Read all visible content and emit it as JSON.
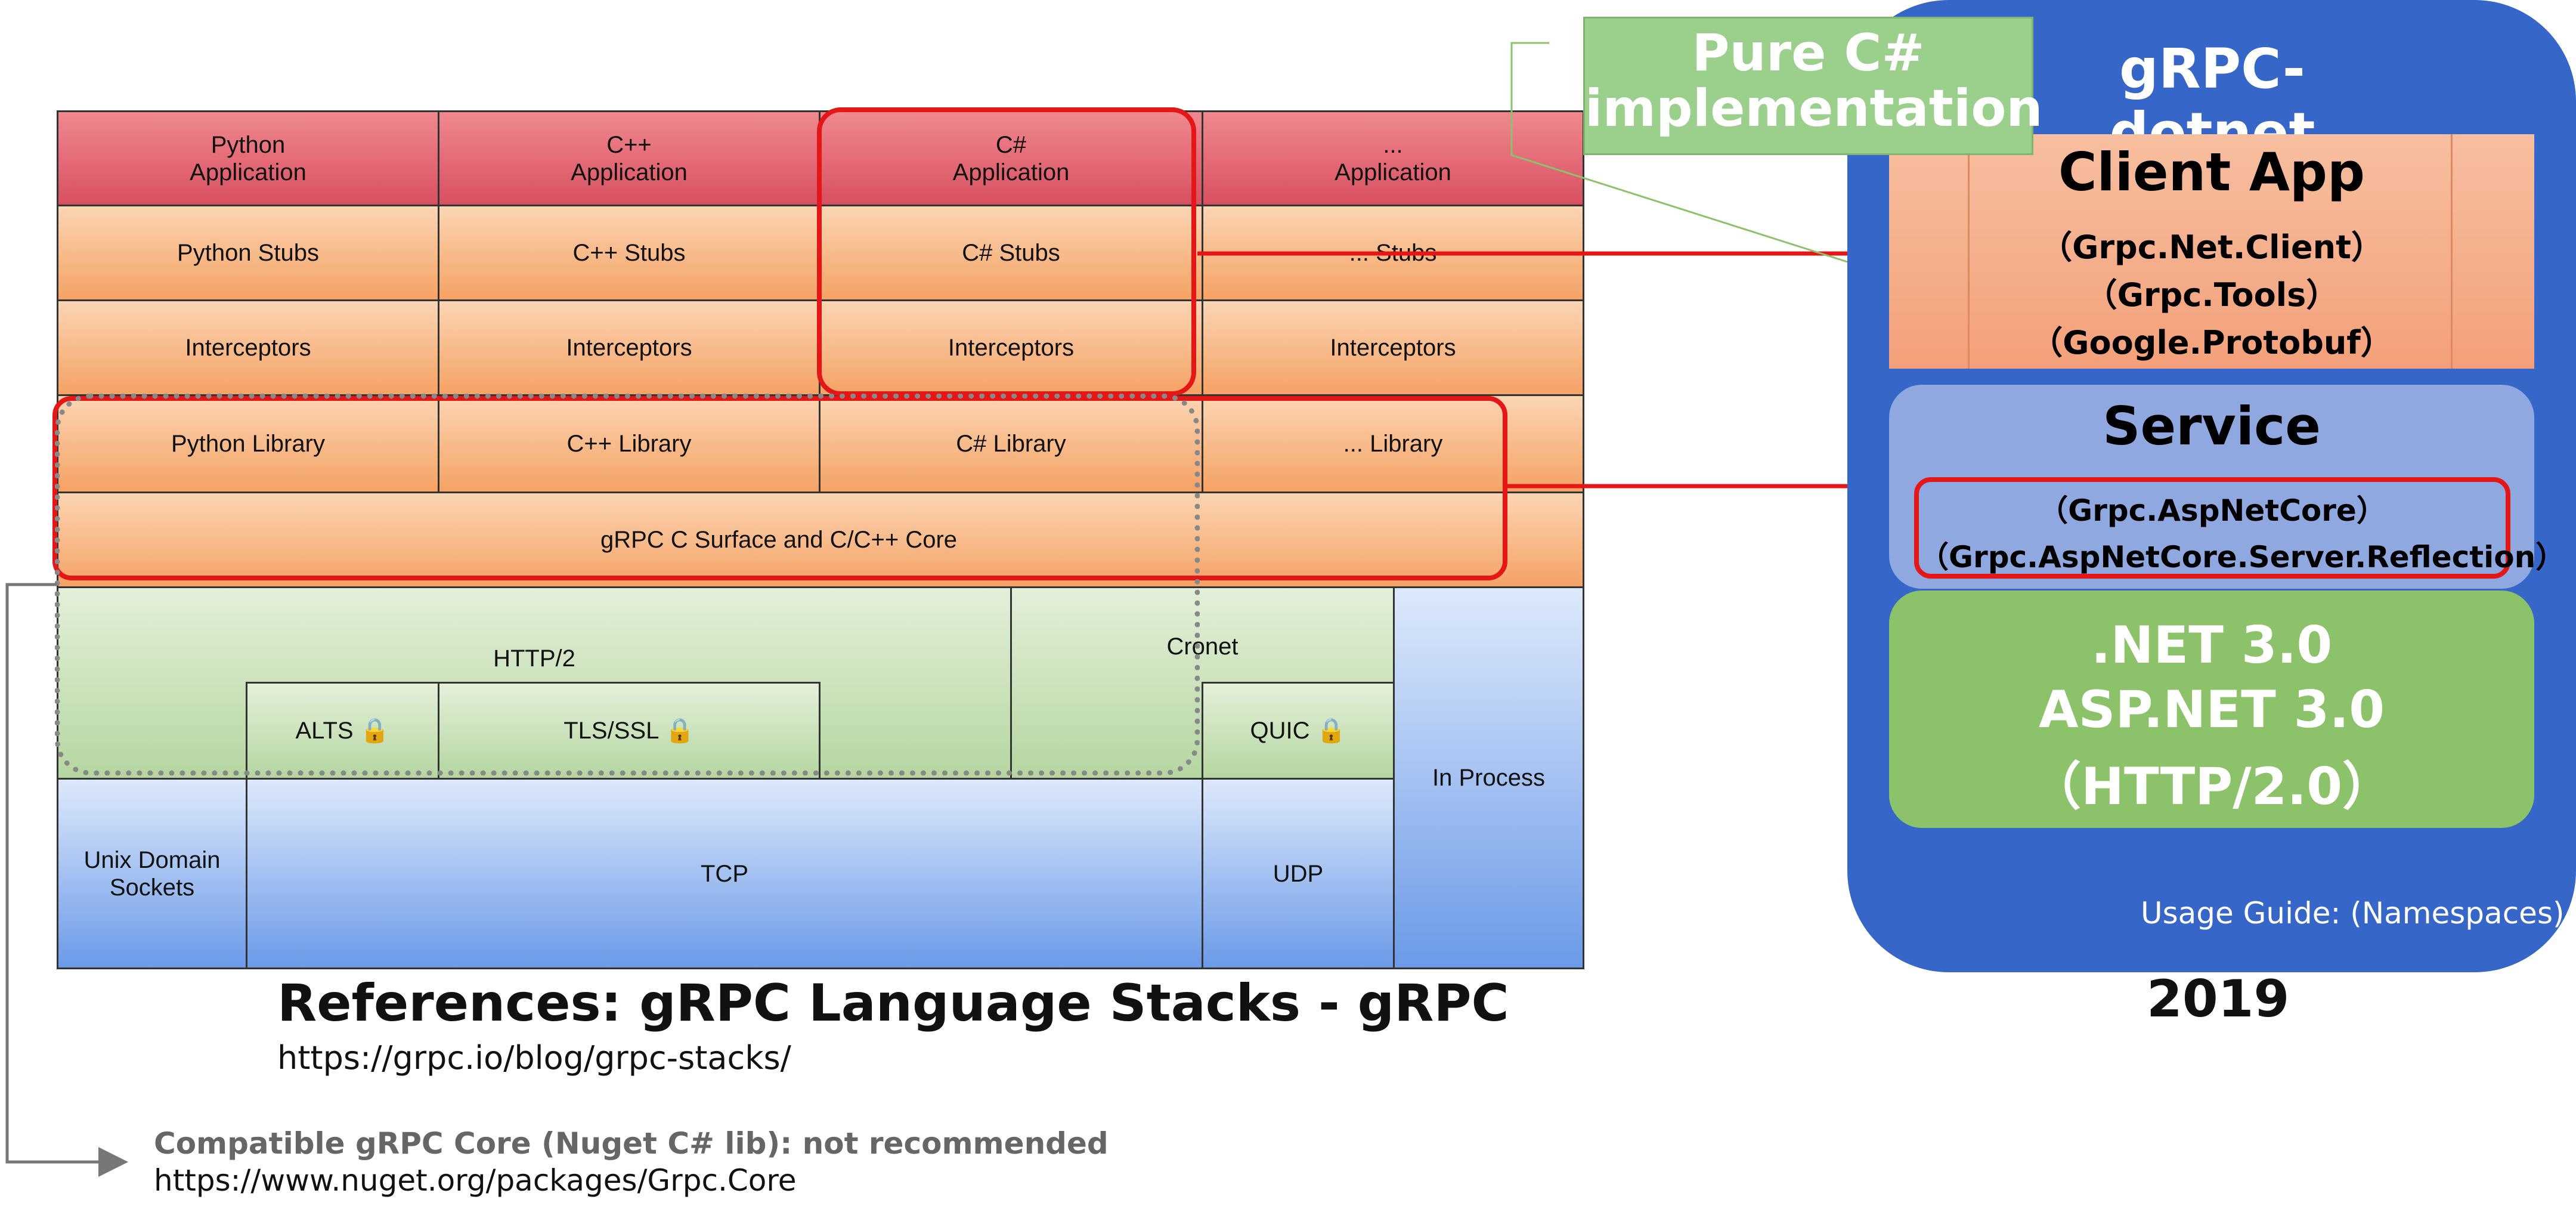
{
  "stack": {
    "row_application": [
      "Python\nApplication",
      "C++\nApplication",
      "C#\nApplication",
      "...\nApplication"
    ],
    "row_stubs": [
      "Python Stubs",
      "C++ Stubs",
      "C# Stubs",
      "... Stubs"
    ],
    "row_interceptors": [
      "Interceptors",
      "Interceptors",
      "Interceptors",
      "Interceptors"
    ],
    "row_library": [
      "Python Library",
      "C++ Library",
      "C# Library",
      "... Library"
    ],
    "core": "gRPC C Surface and C/C++ Core",
    "http2": "HTTP/2",
    "alts": "ALTS 🔒",
    "tls": "TLS/SSL 🔒",
    "cronet": "Cronet",
    "quic": "QUIC 🔒",
    "in_process": "In Process",
    "unix_sockets": "Unix Domain\nSockets",
    "tcp": "TCP",
    "udp": "UDP"
  },
  "references": {
    "title": "References: gRPC Language Stacks - gRPC",
    "url": "https://grpc.io/blog/grpc-stacks/"
  },
  "compat": {
    "title": "Compatible gRPC Core (Nuget C# lib): not recommended",
    "url": "https://www.nuget.org/packages/Grpc.Core"
  },
  "callout": "Pure C#\nimplementation",
  "dotnet": {
    "title": "gRPC-dotnet",
    "client_title": "Client App",
    "client_packages": [
      "（Grpc.Net.Client）",
      "（Grpc.Tools）",
      "（Google.Protobuf）"
    ],
    "service_title": "Service",
    "service_packages": [
      "（Grpc.AspNetCore）",
      "（Grpc.AspNetCore.Server.Reflection）"
    ],
    "runtime": [
      ".NET 3.0",
      "ASP.NET 3.0",
      "（HTTP/2.0）"
    ],
    "usage_guide": "Usage Guide: (Namespaces)",
    "year": "2019"
  },
  "colors": {
    "application": "#e06470",
    "stubs_layer": "#f8b98a",
    "transport_green": "#c8e2b8",
    "network_blue": "#8fb2ee",
    "highlight": "#e51616",
    "dotnet_panel": "#3566c8",
    "client_box": "#f5a880",
    "service_box": "#8fa8e0",
    "runtime_box": "#8cc26a",
    "callout_box": "#9bcf8c"
  }
}
